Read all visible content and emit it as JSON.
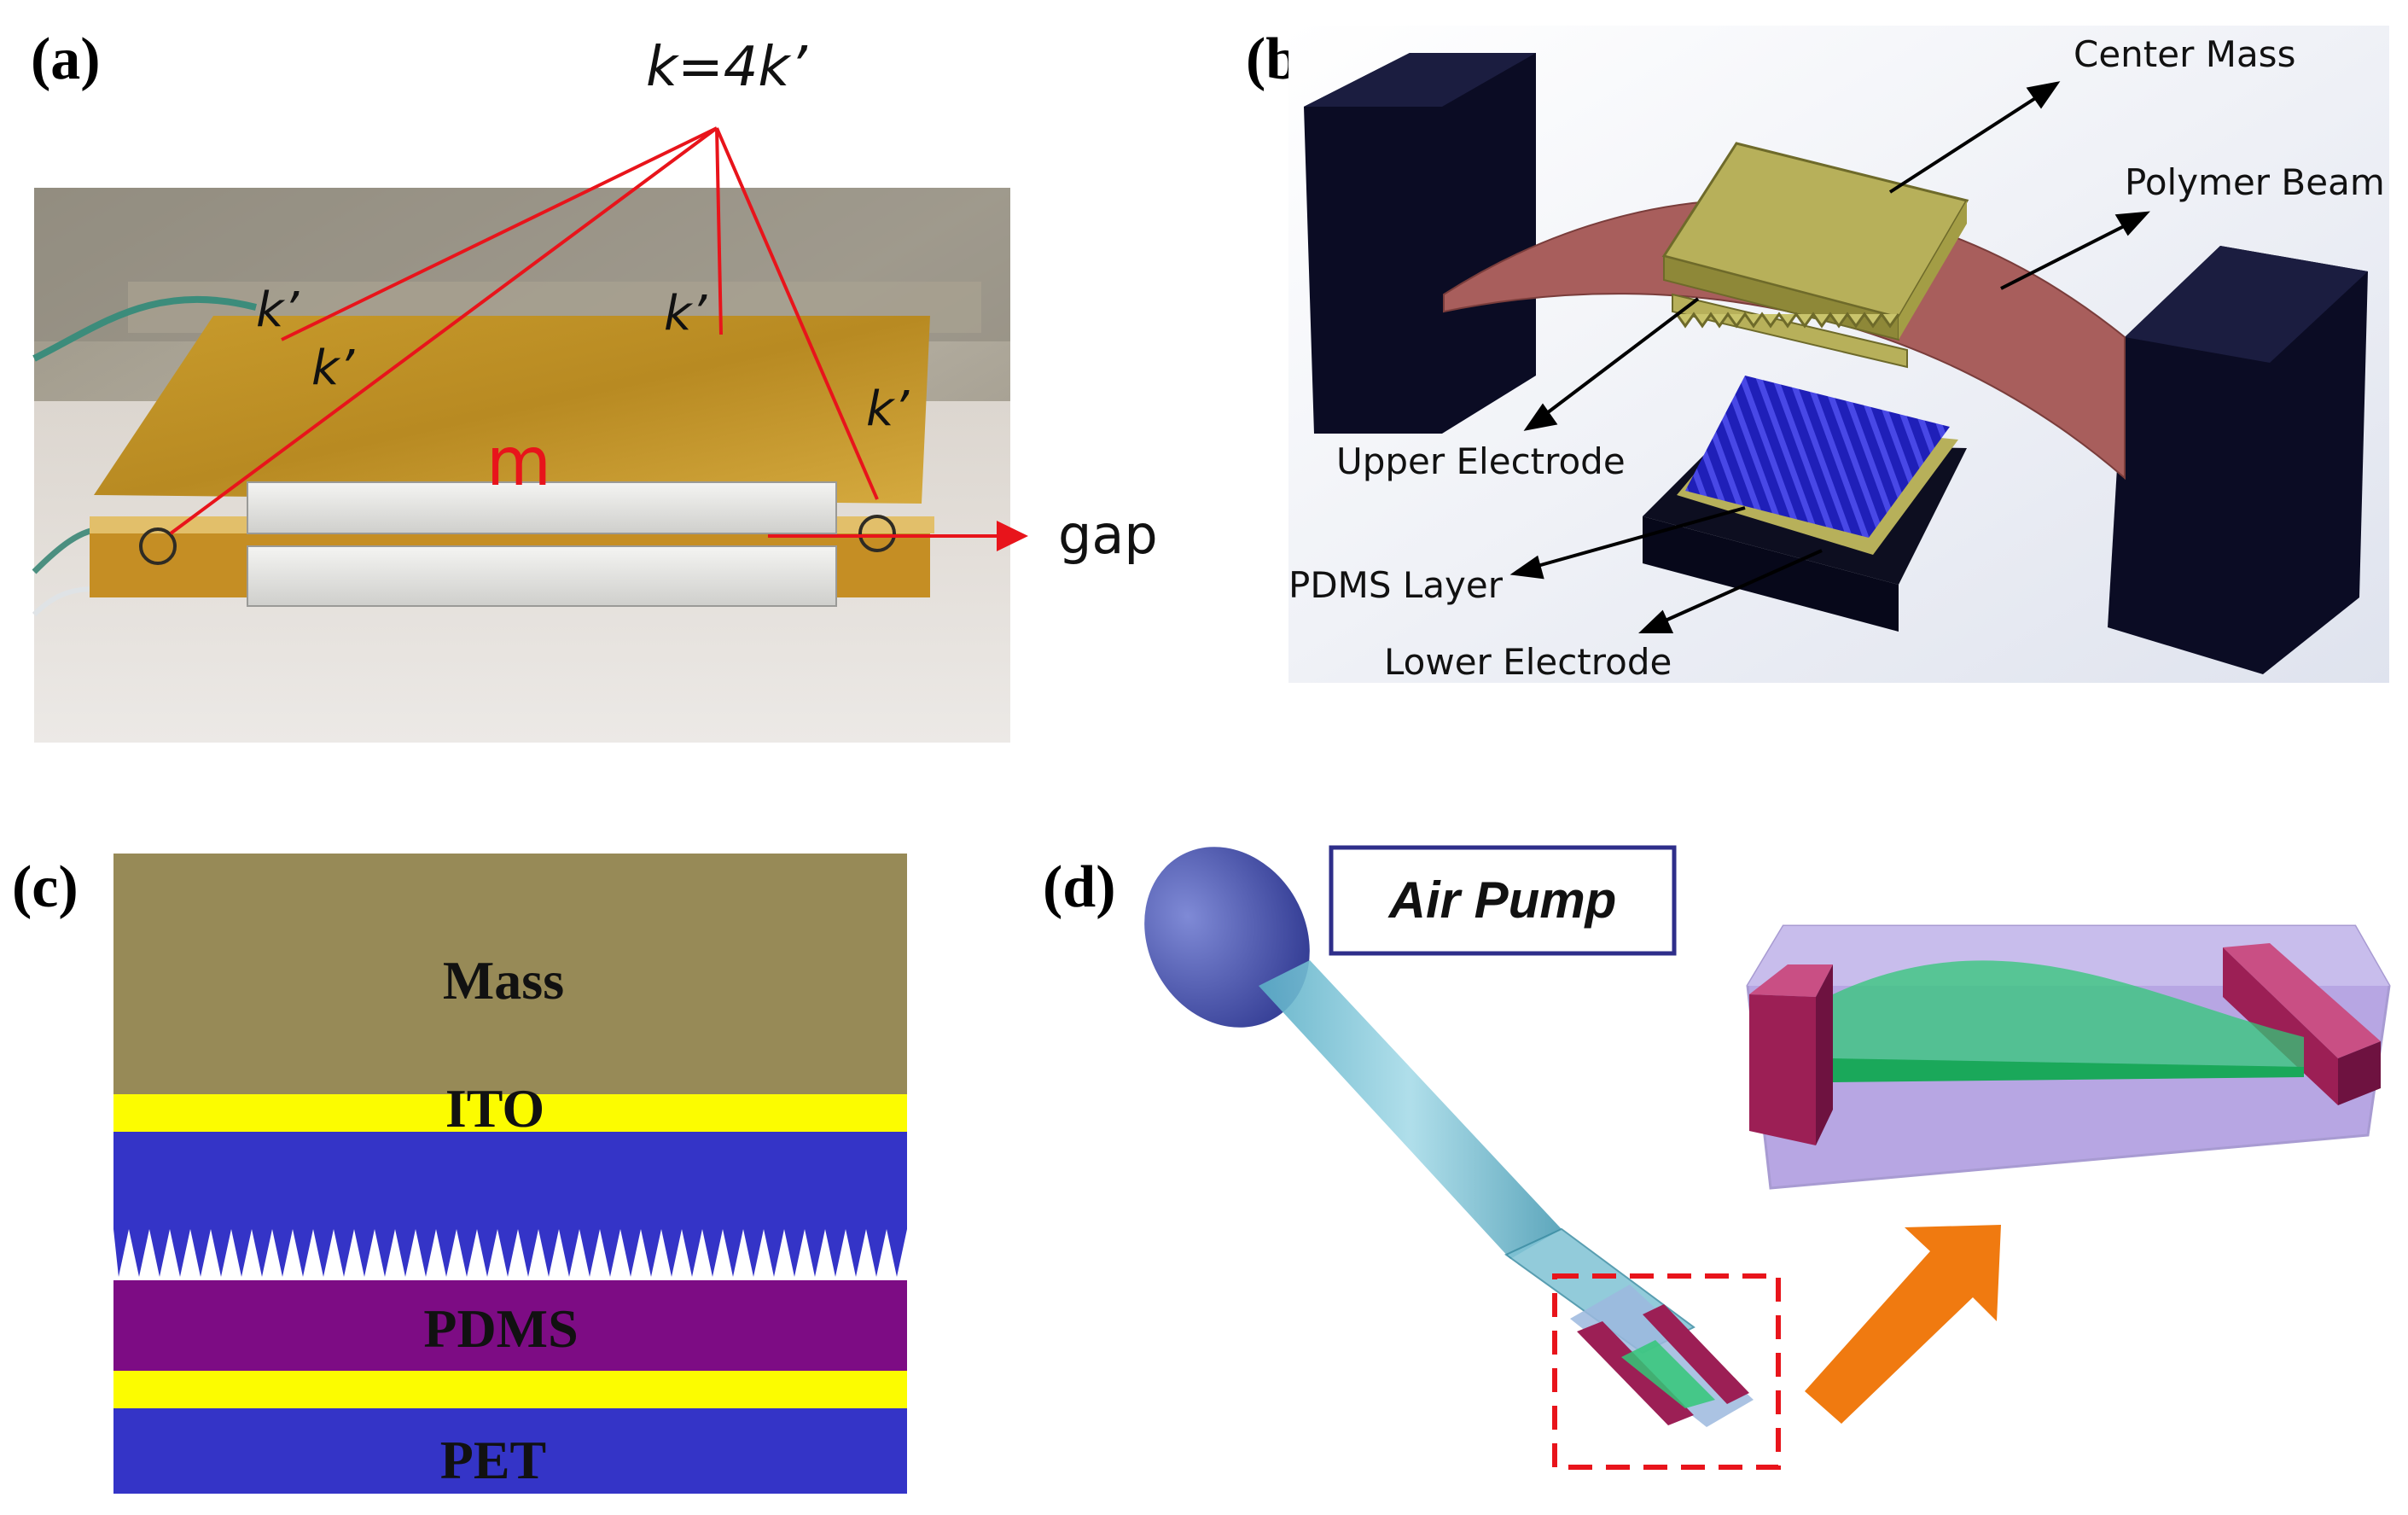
{
  "panel_a": {
    "label": "(a)",
    "stiffness_relation": "k=4k’",
    "spring_label": "k’",
    "mass_label": "m",
    "gap_label": "gap"
  },
  "panel_b": {
    "label": "(b)",
    "center_mass": "Center Mass",
    "polymer_beam": "Polymer Beam",
    "upper_electrode": "Upper Electrode",
    "pdms_layer": "PDMS Layer",
    "lower_electrode": "Lower Electrode"
  },
  "panel_c": {
    "label": "(c)",
    "layers": [
      "Mass",
      "ITO",
      "PDMS",
      "PET"
    ]
  },
  "panel_d": {
    "label": "(d)",
    "air_pump": "Air Pump"
  },
  "colors": {
    "mass": "#978a57",
    "ito": "#fcfc00",
    "electrode_blue": "#3434c7",
    "pdms": "#7d0c84",
    "annotation_red": "#e8141b",
    "pillar": "#10122f",
    "beam": "#a85e5c",
    "electrode_gold": "#b7b05a",
    "arrow_orange": "#f07a10",
    "pump_blue": "#4a56a8",
    "tube_cyan": "#79c3d6",
    "box_purple": "#b7a6e3",
    "support_crimson": "#9c1f55",
    "membrane_green": "#32c878"
  }
}
